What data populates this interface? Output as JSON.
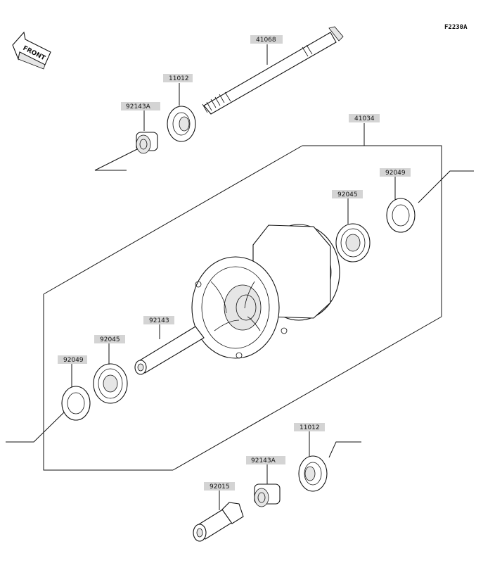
{
  "diagram": {
    "ref_code": "F2230A",
    "direction_label": "FRONT",
    "parts": {
      "axle": "41068",
      "collar_top": "92143A",
      "seal_top": "11012",
      "hub_assembly": "41034",
      "oil_seal_right": "92049",
      "bearing_right": "92045",
      "spacer": "92143",
      "bearing_left": "92045",
      "oil_seal_left": "92049",
      "seal_bottom": "11012",
      "collar_bottom": "92143A",
      "axle_nut": "92015"
    }
  }
}
